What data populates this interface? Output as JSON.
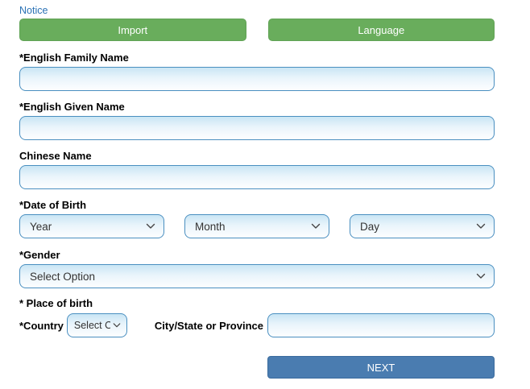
{
  "header": {
    "notice_link": "Notice",
    "import_button": "Import",
    "language_button": "Language"
  },
  "form": {
    "english_family_name": {
      "label": "*English Family Name",
      "value": ""
    },
    "english_given_name": {
      "label": "*English Given Name",
      "value": ""
    },
    "chinese_name": {
      "label": "Chinese Name",
      "value": ""
    },
    "date_of_birth": {
      "label": "*Date of Birth",
      "year_selected": "Year",
      "month_selected": "Month",
      "day_selected": "Day"
    },
    "gender": {
      "label": "*Gender",
      "selected": "Select Option"
    },
    "place_of_birth": {
      "label": "* Place of birth"
    },
    "country": {
      "label": "*Country",
      "selected": "Select Option"
    },
    "city": {
      "label": "City/State or Province",
      "value": ""
    },
    "next_button": "NEXT"
  },
  "colors": {
    "button_green": "#69ad5c",
    "button_blue": "#4a7cb0",
    "input_border": "#4a8fc0",
    "link_blue": "#2a72b5"
  }
}
